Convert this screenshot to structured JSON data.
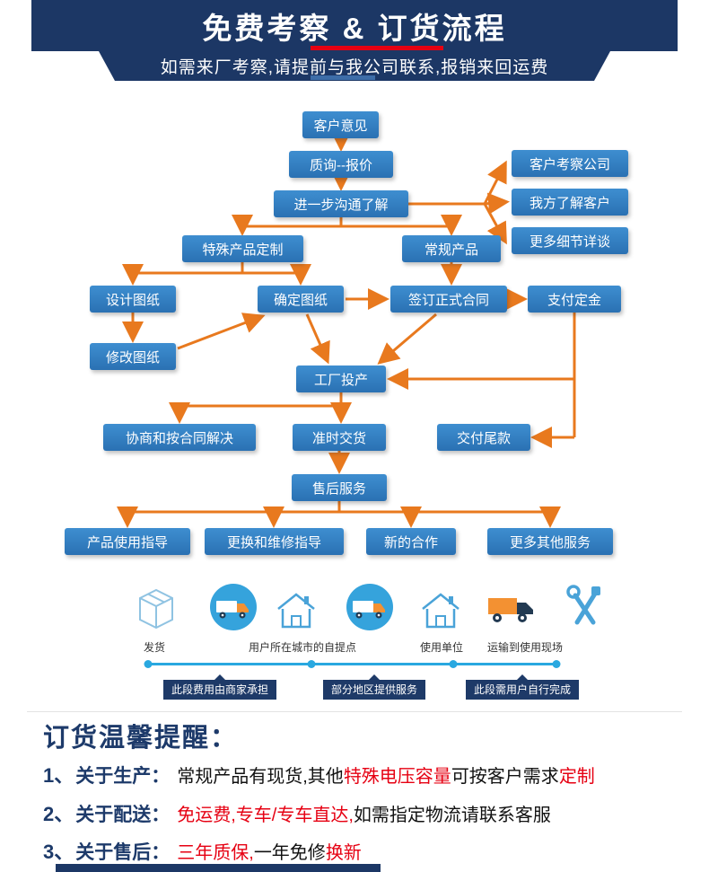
{
  "colors": {
    "header_navy": "#1c3765",
    "node_blue": "#2e7ec4",
    "arrow_orange": "#e8791e",
    "highlight_red": "#e60012",
    "timeline_blue": "#29a8e0"
  },
  "header": {
    "title": "免费考察 & 订货流程",
    "subtitle": "如需来厂考察,请提前与我公司联系,报销来回运费"
  },
  "flowchart": {
    "nodes": {
      "customer_feedback": "客户意见",
      "inquiry_quote": "质询--报价",
      "further_communication": "进一步沟通了解",
      "client_visit": "客户考察公司",
      "know_client": "我方了解客户",
      "more_details": "更多细节详谈",
      "custom_product": "特殊产品定制",
      "regular_product": "常规产品",
      "design_drawing": "设计图纸",
      "confirm_drawing": "确定图纸",
      "sign_contract": "签订正式合同",
      "pay_deposit": "支付定金",
      "modify_drawing": "修改图纸",
      "factory_production": "工厂投产",
      "negotiate": "协商和按合同解决",
      "on_time_delivery": "准时交货",
      "pay_balance": "交付尾款",
      "after_sales": "售后服务",
      "usage_guide": "产品使用指导",
      "repair_guide": "更换和维修指导",
      "new_cooperation": "新的合作",
      "more_services": "更多其他服务"
    }
  },
  "logistics": {
    "icons": [
      "package-icon",
      "delivery-truck-icon",
      "pickup-house-icon",
      "delivery-truck-icon",
      "house-icon",
      "transport-truck-icon",
      "tools-icon"
    ],
    "labels": {
      "ship": "发货",
      "pickup_point": "用户所在城市的自提点",
      "use_unit": "使用单位",
      "transport_site": "运输到使用现场"
    },
    "timeline_tags": [
      "此段费用由商家承担",
      "部分地区提供服务",
      "此段需用户自行完成"
    ]
  },
  "reminder": {
    "heading": "订货温馨提醒：",
    "items": [
      {
        "num": "1、",
        "label": "关于生产：",
        "segments": [
          {
            "t": "常规产品有现货,其他",
            "c": "dark"
          },
          {
            "t": "特殊电压容量",
            "c": "red"
          },
          {
            "t": "可按客户需求",
            "c": "dark"
          },
          {
            "t": "定制",
            "c": "red"
          }
        ]
      },
      {
        "num": "2、",
        "label": "关于配送：",
        "segments": [
          {
            "t": "免运费,专车/专车直达,",
            "c": "red"
          },
          {
            "t": "如需指定物流请联系客服",
            "c": "dark"
          }
        ]
      },
      {
        "num": "3、",
        "label": "关于售后：",
        "segments": [
          {
            "t": "三年质保,",
            "c": "red"
          },
          {
            "t": "一年免修",
            "c": "dark"
          },
          {
            "t": "换新",
            "c": "red"
          }
        ]
      }
    ]
  }
}
